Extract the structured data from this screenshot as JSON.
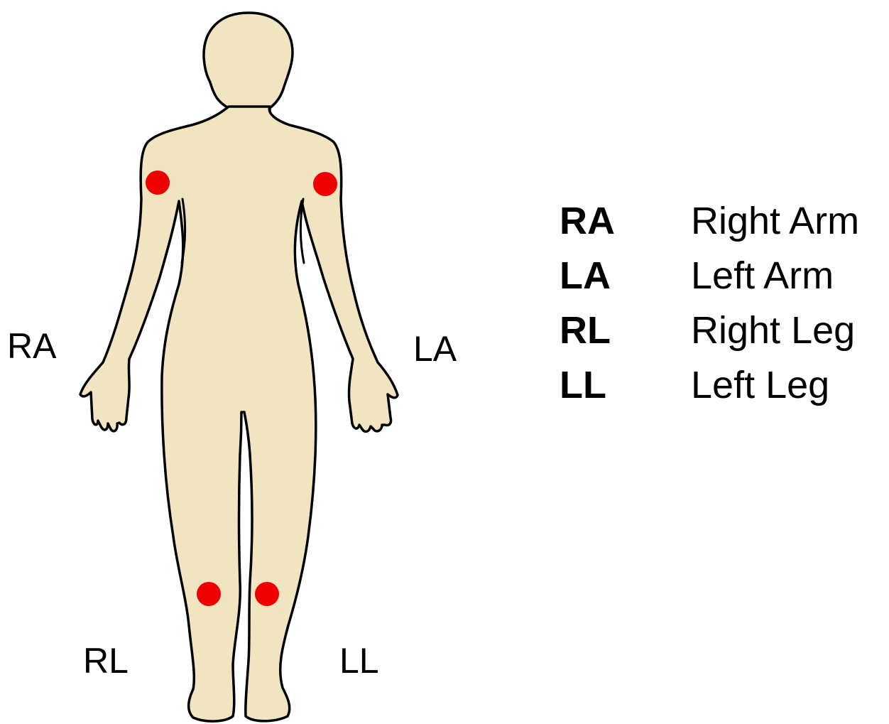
{
  "colors": {
    "skin": "#f0e4c1",
    "outline": "#000000",
    "electrode": "#ee0000"
  },
  "figure_labels": {
    "right_arm": "RA",
    "left_arm": "LA",
    "right_leg": "RL",
    "left_leg": "LL"
  },
  "legend": [
    {
      "abbr": "RA",
      "desc": "Right Arm"
    },
    {
      "abbr": "LA",
      "desc": "Left Arm"
    },
    {
      "abbr": "RL",
      "desc": "Right Leg"
    },
    {
      "abbr": "LL",
      "desc": "Left Leg"
    }
  ]
}
